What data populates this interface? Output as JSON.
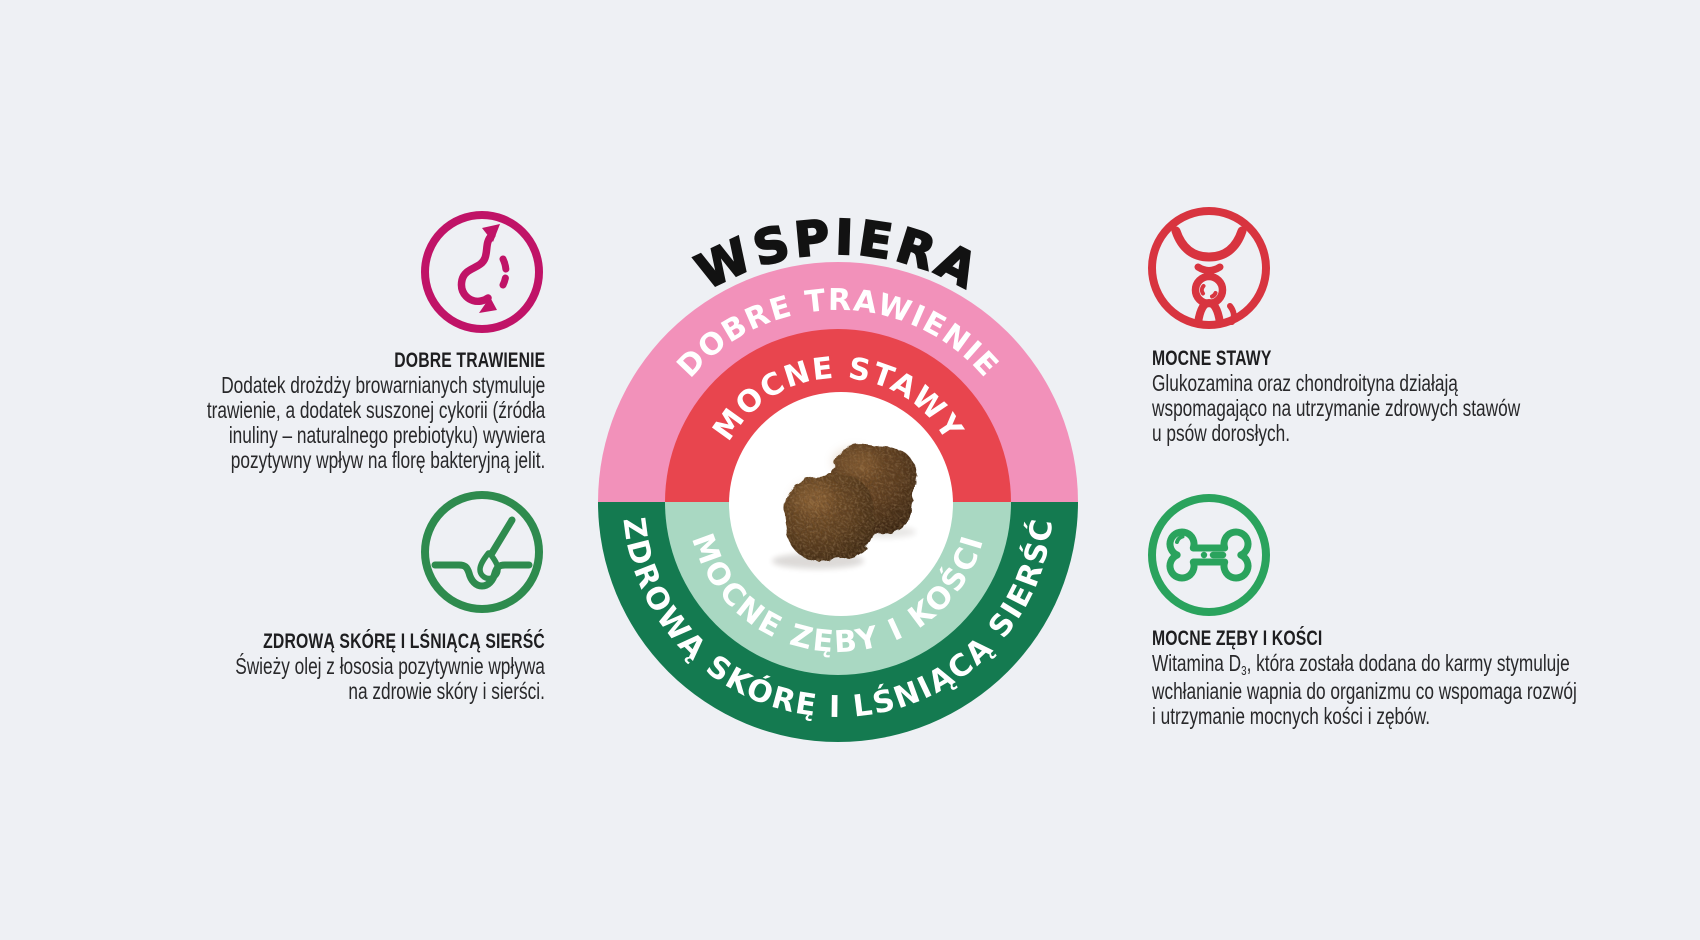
{
  "background_color": "#eef0f4",
  "title": "WSPIERA",
  "title_color": "#121212",
  "wheel": {
    "label_color": "#ffffff",
    "center_color": "#ffffff",
    "rings": {
      "outer_top": {
        "label": "DOBRE TRAWIENIE",
        "color": "#f291ba"
      },
      "inner_top": {
        "label": "MOCNE STAWY",
        "color": "#e8454e"
      },
      "inner_bottom": {
        "label": "MOCNE ZĘBY I KOŚCI",
        "color": "#a9d8c2"
      },
      "outer_bottom": {
        "label": "ZDROWĄ SKÓRĘ I LŚNIĄCĄ SIERŚĆ",
        "color": "#147a50"
      }
    },
    "center_image": "two-brown-kibble-pieces",
    "kibble_colors": {
      "light": "#7a5128",
      "mid": "#5a3a1c",
      "dark": "#2e1c0b"
    }
  },
  "benefits": [
    {
      "icon": "stomach-digestion-icon",
      "icon_color": "#c01367",
      "heading": "DOBRE TRAWIENIE",
      "body_lines": [
        "Dodatek drożdży browarnianych stymuluje",
        "trawienie, a dodatek suszonej cykorii (źródła",
        "inuliny – naturalnego prebiotyku) wywiera",
        "pozytywny wpływ na florę bakteryjną jelit."
      ]
    },
    {
      "icon": "hair-follicle-skin-icon",
      "icon_color": "#2e8b4e",
      "heading": "ZDROWĄ SKÓRĘ I LŚNIĄCĄ SIERŚĆ",
      "body_lines": [
        "Świeży olej z łososia pozytywnie wpływa",
        "na zdrowie skóry i sierści."
      ]
    },
    {
      "icon": "hip-joint-icon",
      "icon_color": "#d8343f",
      "heading": "MOCNE STAWY",
      "body_lines": [
        "Glukozamina oraz chondroityna działają",
        "wspomagająco na utrzymanie zdrowych stawów",
        "u psów dorosłych."
      ]
    },
    {
      "icon": "bone-icon",
      "icon_color": "#2aa35d",
      "heading": "MOCNE ZĘBY I KOŚCI",
      "body_d": {
        "pre": "Witamina D",
        "sub": "3",
        "post": ", która została dodana do karmy stymuluje"
      },
      "body_lines": [
        "wchłanianie wapnia do organizmu co wspomaga rozwój",
        "i utrzymanie mocnych kości i zębów."
      ]
    }
  ]
}
